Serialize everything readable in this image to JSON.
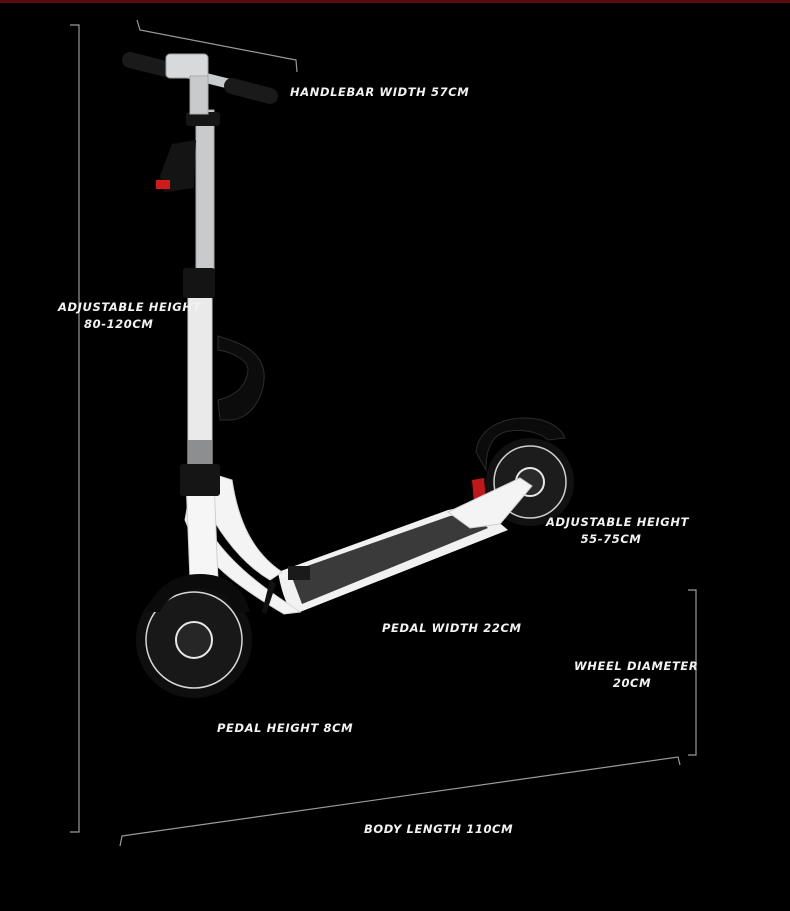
{
  "labels": {
    "handlebar_width": "HANDLEBAR WIDTH 57CM",
    "adjustable_height_line1": "ADJUSTABLE HEIGHT",
    "adjustable_height_line2": "80-120CM",
    "rear_adjustable_height_line1": "ADJUSTABLE HEIGHT",
    "rear_adjustable_height_line2": "55-75CM",
    "pedal_width": "PEDAL WIDTH 22CM",
    "wheel_diameter_line1": "WHEEL DIAMETER",
    "wheel_diameter_line2": "20CM",
    "pedal_height": "PEDAL HEIGHT 8CM",
    "body_length": "BODY LENGTH 110CM"
  },
  "colors": {
    "background": "#000000",
    "frame": "#f4f4f4",
    "stem": "#cfd0d2",
    "deck_grip": "#3a3a3a",
    "tire": "#111111",
    "brake_light": "#d11a1a",
    "dimension_line": "#9a9a9a"
  }
}
